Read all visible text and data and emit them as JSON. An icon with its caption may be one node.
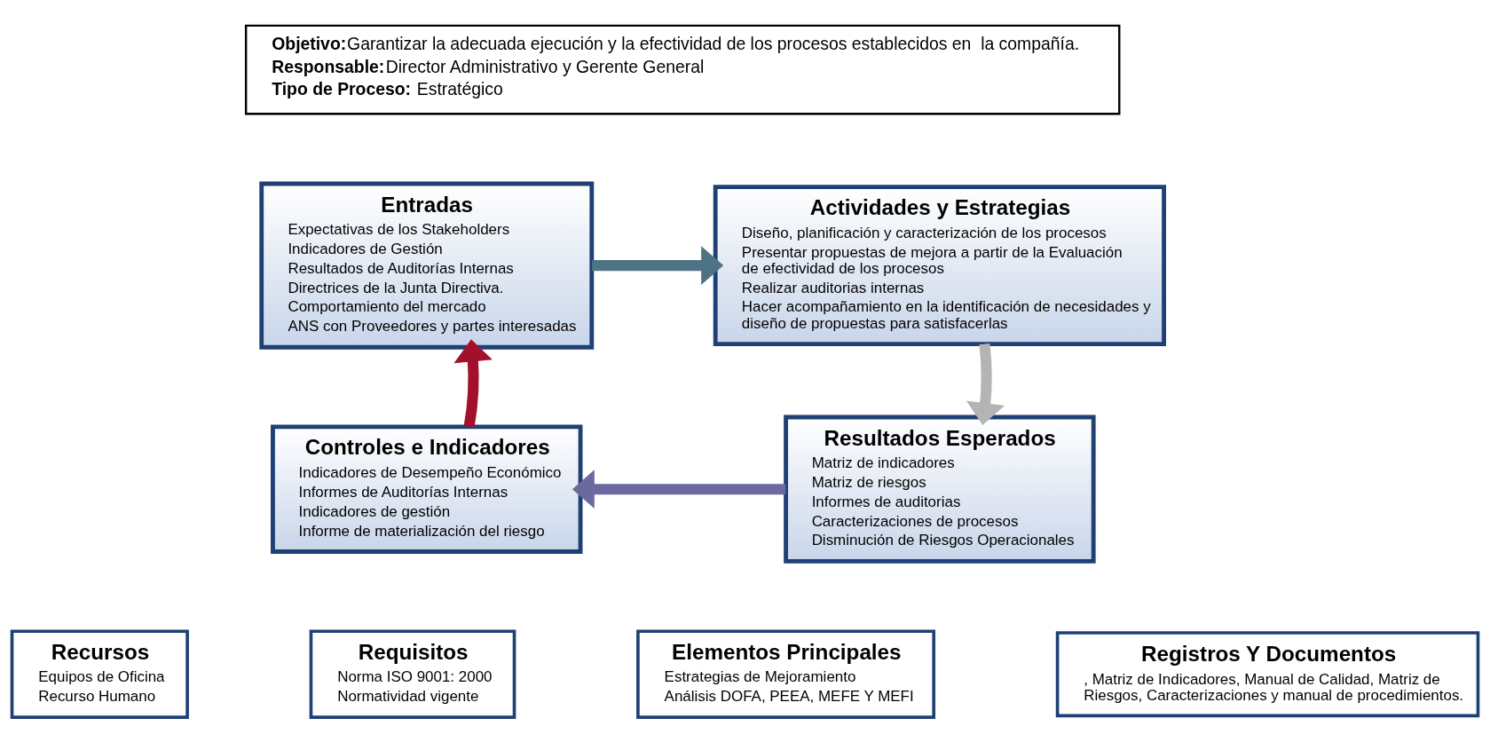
{
  "diagram": {
    "nodes": [
      {
        "text": [
          "**Objetivo:**Garantizar la adecuada ejecución y la efectividad de los procesos establecidos en  la compañía.",
          "**Responsable:**Director Administrativo y Gerente General",
          "**Tipo de Proceso:** Estratégico"
        ]
      },
      {
        "text": [
          "Entradas",
          "Expectativas de los Stakeholders",
          "Indicadores de Gestión",
          "Resultados de Auditorías Internas",
          "Directrices de la Junta Directiva.",
          "Comportamiento del mercado",
          "ANS con Proveedores y partes interesadas"
        ]
      },
      {
        "text": [
          "Actividades y Estrategias",
          "Diseño, planificación y caracterización de los procesos",
          "Presentar propuestas de mejora a partir de la Evaluación de efectividad de los procesos",
          "Realizar auditorias internas",
          "Hacer acompañamiento en la identificación de necesidades y diseño de propuestas para satisfacerlas"
        ]
      },
      {
        "text": [
          "Resultados Esperados",
          "Matriz de indicadores",
          "Matriz de riesgos",
          "Informes de auditorias",
          "Caracterizaciones de procesos",
          "Disminución de Riesgos Operacionales"
        ]
      },
      {
        "text": [
          "Controles e Indicadores",
          "Indicadores de Desempeño Económico",
          "Informes de Auditorías Internas",
          "Indicadores de gestión",
          "Informe de materialización del riesgo"
        ]
      },
      {
        "text": [
          "Recursos",
          "Equipos de Oficina",
          "Recurso Humano"
        ]
      },
      {
        "text": [
          "Requisitos",
          "Norma ISO 9001: 2000",
          "Normatividad vigente"
        ]
      },
      {
        "text": [
          "Elementos Principales",
          "Estrategias de Mejoramiento",
          "Análisis DOFA, PEEA, MEFE Y MEFI"
        ]
      },
      {
        "text": [
          "Registros Y Documentos",
          ", Matriz de Indicadores, Manual de Calidad, Matriz de Riesgos, Caracterizaciones y manual de procedimientos."
        ]
      }
    ],
    "edges": [
      {
        "from": 1,
        "to": 2,
        "arrow": "to",
        "color": "#4e7385"
      },
      {
        "from": 2,
        "to": 3,
        "arrow": "to",
        "color": "#b4b4b4"
      },
      {
        "from": 3,
        "to": 4,
        "arrow": "to",
        "color": "#6a6a9e"
      },
      {
        "from": 4,
        "to": 1,
        "arrow": "to",
        "color": "#a3102c"
      }
    ]
  }
}
